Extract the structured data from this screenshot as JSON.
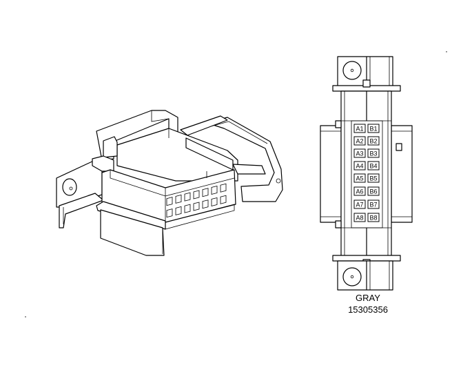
{
  "connector": {
    "color_label": "GRAY",
    "part_number": "15305356",
    "pins_a": [
      "A1",
      "A2",
      "A3",
      "A4",
      "A5",
      "A6",
      "A7",
      "A8"
    ],
    "pins_b": [
      "B1",
      "B2",
      "B3",
      "B4",
      "B5",
      "B6",
      "B7",
      "B8"
    ]
  }
}
